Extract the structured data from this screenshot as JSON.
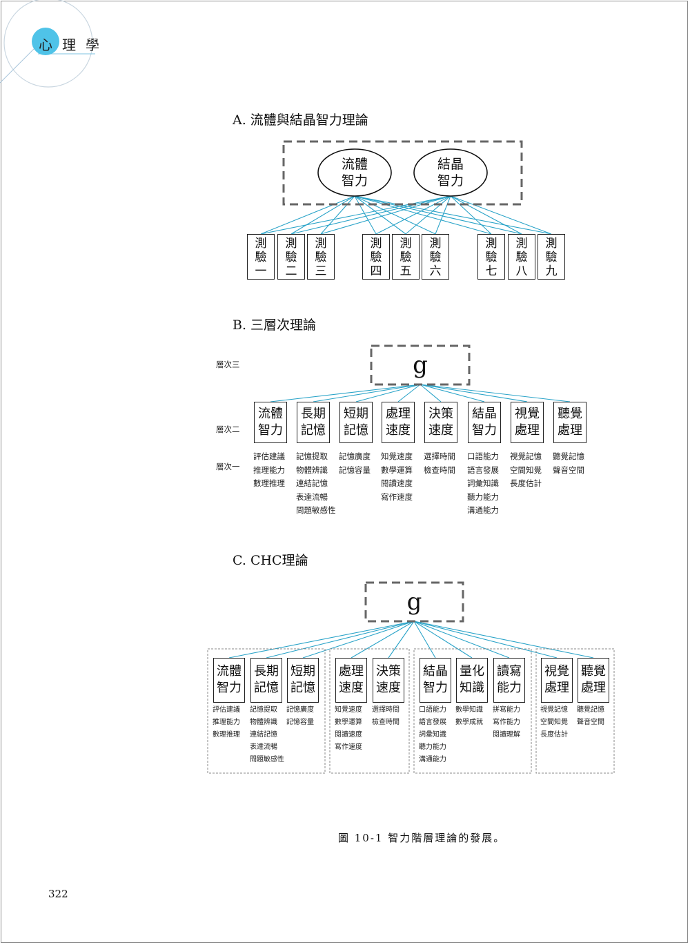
{
  "header": {
    "book_title": "心理學"
  },
  "section_a": {
    "title": "A. 流體與結晶智力理論",
    "factors": [
      {
        "line1": "流體",
        "line2": "智力"
      },
      {
        "line1": "結晶",
        "line2": "智力"
      }
    ],
    "tests": [
      [
        "測",
        "驗",
        "一"
      ],
      [
        "測",
        "驗",
        "二"
      ],
      [
        "測",
        "驗",
        "三"
      ],
      [
        "測",
        "驗",
        "四"
      ],
      [
        "測",
        "驗",
        "五"
      ],
      [
        "測",
        "驗",
        "六"
      ],
      [
        "測",
        "驗",
        "七"
      ],
      [
        "測",
        "驗",
        "八"
      ],
      [
        "測",
        "驗",
        "九"
      ]
    ]
  },
  "section_b": {
    "title": "B. 三層次理論",
    "level3": "層次三",
    "level2": "層次二",
    "level1": "層次一",
    "g": "g",
    "abilities": [
      {
        "line1": "流體",
        "line2": "智力",
        "subs": [
          "評估建議",
          "推理能力",
          "數理推理"
        ]
      },
      {
        "line1": "長期",
        "line2": "記憶",
        "subs": [
          "記憶提取",
          "物體辨識",
          "連結記憶",
          "表達流暢",
          "問題敏感性"
        ]
      },
      {
        "line1": "短期",
        "line2": "記憶",
        "subs": [
          "記憶廣度",
          "記憶容量"
        ]
      },
      {
        "line1": "處理",
        "line2": "速度",
        "subs": [
          "知覺速度",
          "數學運算",
          "閱讀速度",
          "寫作速度"
        ]
      },
      {
        "line1": "決策",
        "line2": "速度",
        "subs": [
          "選擇時間",
          "檢查時間"
        ]
      },
      {
        "line1": "結晶",
        "line2": "智力",
        "subs": [
          "口語能力",
          "語言發展",
          "詞彙知識",
          "聽力能力",
          "溝通能力"
        ]
      },
      {
        "line1": "視覺",
        "line2": "處理",
        "subs": [
          "視覺記憶",
          "空間知覺",
          "長度估計"
        ]
      },
      {
        "line1": "聽覺",
        "line2": "處理",
        "subs": [
          "聽覺記憶",
          "聲音空間"
        ]
      }
    ]
  },
  "section_c": {
    "title": "C. CHC理論",
    "g": "g",
    "abilities": [
      {
        "line1": "流體",
        "line2": "智力",
        "subs": [
          "評估建議",
          "推理能力",
          "數理推理"
        ]
      },
      {
        "line1": "長期",
        "line2": "記憶",
        "subs": [
          "記憶提取",
          "物體辨識",
          "連結記憶",
          "表達流暢",
          "問題敏感性"
        ]
      },
      {
        "line1": "短期",
        "line2": "記憶",
        "subs": [
          "記憶廣度",
          "記憶容量"
        ]
      },
      {
        "line1": "處理",
        "line2": "速度",
        "subs": [
          "知覺速度",
          "數學運算",
          "閱讀速度",
          "寫作速度"
        ]
      },
      {
        "line1": "決策",
        "line2": "速度",
        "subs": [
          "選擇時間",
          "檢查時間"
        ]
      },
      {
        "line1": "結晶",
        "line2": "智力",
        "subs": [
          "口語能力",
          "語言發展",
          "詞彙知識",
          "聽力能力",
          "溝通能力"
        ]
      },
      {
        "line1": "量化",
        "line2": "知識",
        "subs": [
          "數學知識",
          "數學成就"
        ]
      },
      {
        "line1": "讀寫",
        "line2": "能力",
        "subs": [
          "拼寫能力",
          "寫作能力",
          "閱讀理解"
        ]
      },
      {
        "line1": "視覺",
        "line2": "處理",
        "subs": [
          "視覺記憶",
          "空間知覺",
          "長度估計"
        ]
      },
      {
        "line1": "聽覺",
        "line2": "處理",
        "subs": [
          "聽覺記憶",
          "聲音空間"
        ]
      }
    ]
  },
  "caption": "圖 10-1 智力階層理論的發展。",
  "page_number": "322",
  "colors": {
    "connector": "#29a3c8",
    "header_circle": "#4fc3e8",
    "dashed_box": "#666666"
  }
}
